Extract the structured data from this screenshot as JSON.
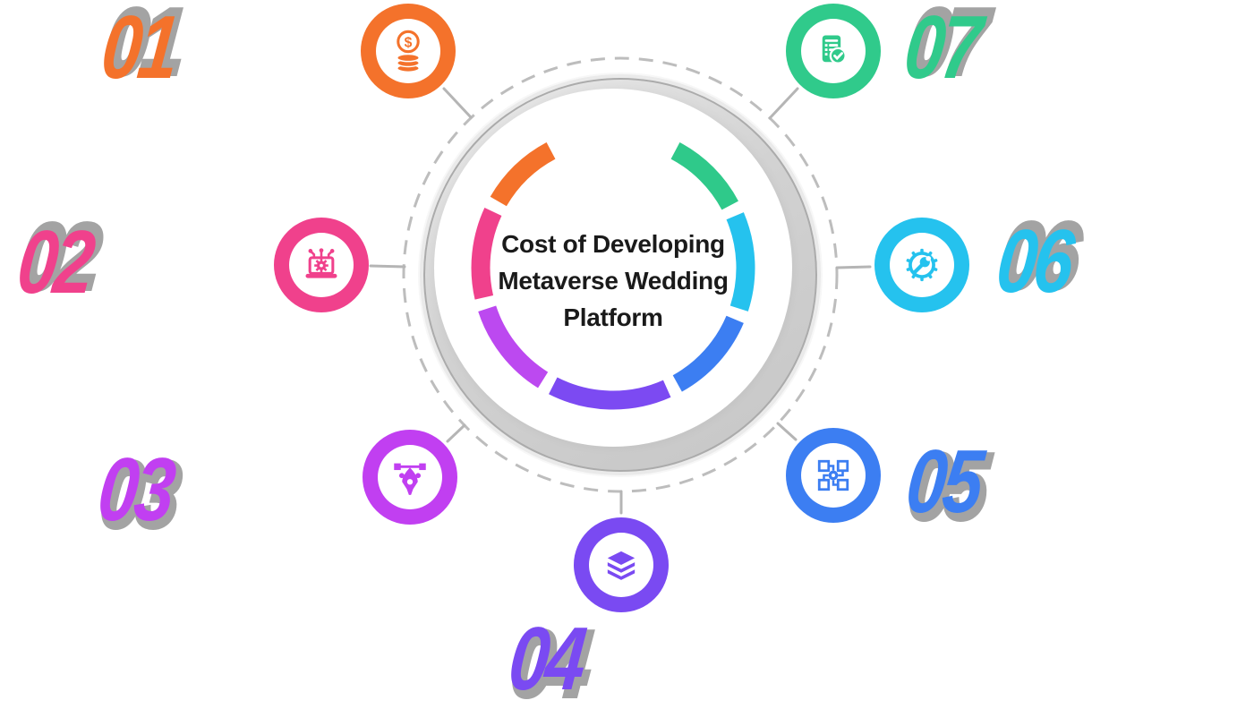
{
  "title": {
    "line1": "Cost of Developing",
    "line2": "Metaverse Wedding",
    "line3": "Platform"
  },
  "items": [
    {
      "number": "01",
      "color": "#F4722B",
      "icon": "money-coins-icon"
    },
    {
      "number": "02",
      "color": "#F0418C",
      "icon": "laptop-circuit-gear-icon"
    },
    {
      "number": "03",
      "color": "#C13FF1",
      "icon": "pen-tool-icon"
    },
    {
      "number": "04",
      "color": "#7A4AF2",
      "icon": "layers-stack-icon"
    },
    {
      "number": "05",
      "color": "#3C7EF2",
      "icon": "network-nodes-icon"
    },
    {
      "number": "06",
      "color": "#25C2EE",
      "icon": "gear-wrench-icon"
    },
    {
      "number": "07",
      "color": "#30CA8B",
      "icon": "document-check-icon"
    }
  ],
  "ring": {
    "segments": [
      {
        "color": "#2FC98A",
        "start": 28,
        "end": 62
      },
      {
        "color": "#25C2EE",
        "start": 67,
        "end": 108
      },
      {
        "color": "#3C7EF2",
        "start": 113,
        "end": 151
      },
      {
        "color": "#7C4AF2",
        "start": 156,
        "end": 207
      },
      {
        "color": "#BC49F0",
        "start": 212,
        "end": 252
      },
      {
        "color": "#F0418C",
        "start": 257,
        "end": 295
      },
      {
        "color": "#F4722B",
        "start": 300,
        "end": 332
      }
    ]
  },
  "decor": {
    "dash_color": "#BDBDBD",
    "connector_color": "#B5B5B5",
    "number_shadow_color": "#A3A3A3",
    "title_color": "#1A1A1A"
  }
}
